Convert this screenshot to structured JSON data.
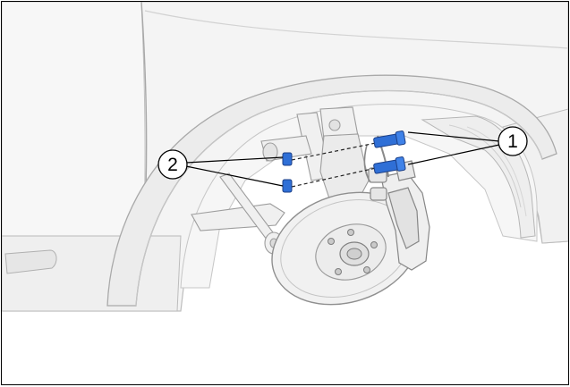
{
  "figure": {
    "background": "#ffffff",
    "body_color": "#f3f3f3",
    "outline_color": "#b5b5b5",
    "highlight_color": "#2f6fd6",
    "callouts": [
      {
        "label": "1",
        "points_to": "brake-caliper-mounting-bolts"
      },
      {
        "label": "2",
        "points_to": "brake-caliper-mounting-nuts"
      }
    ]
  }
}
